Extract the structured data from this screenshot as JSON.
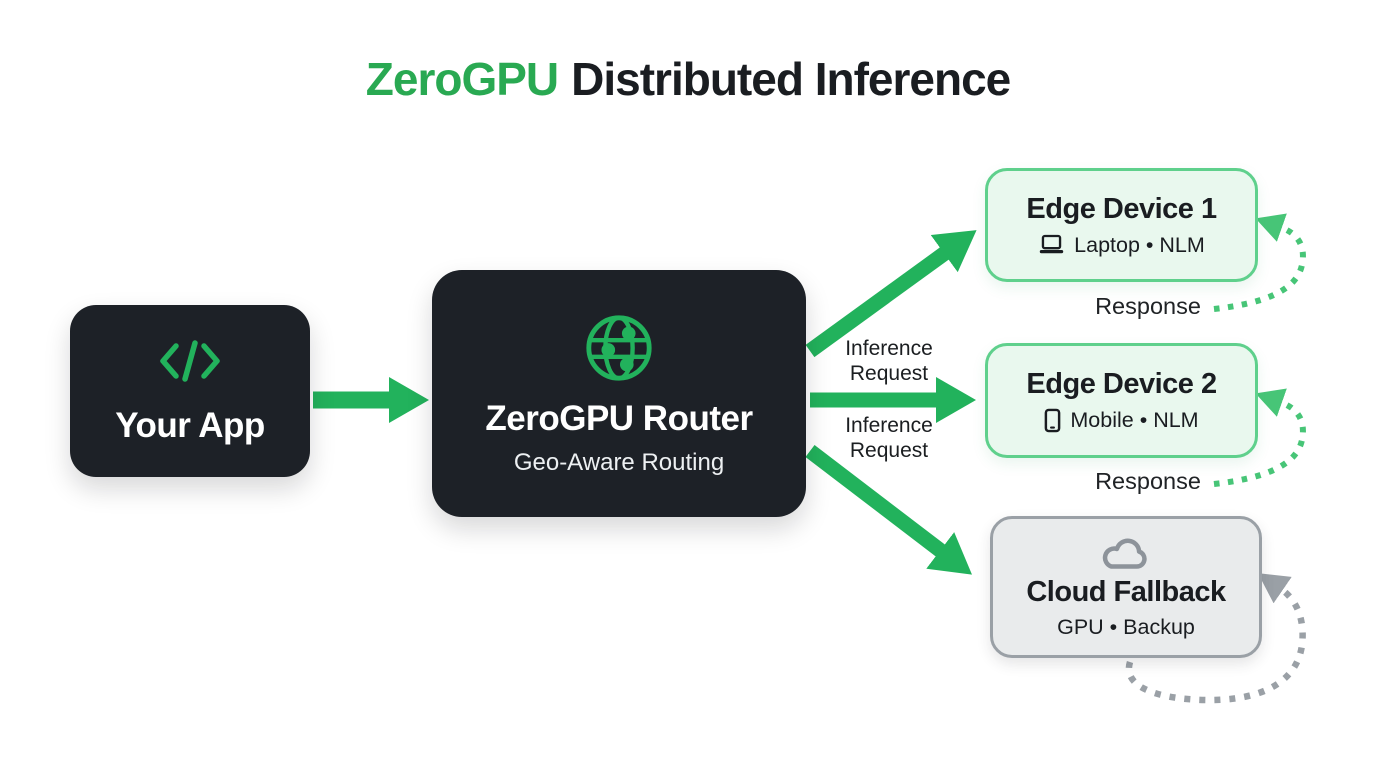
{
  "title": {
    "brand": "ZeroGPU",
    "rest": "Distributed Inference"
  },
  "colors": {
    "brand_green": "#29a952",
    "arrow_green": "#22b25c",
    "dashed_green": "#47c577",
    "node_dark": "#1d2127",
    "edge_fill": "#e9f8ee",
    "edge_border": "#5fd08c",
    "cloud_fill": "#e9ebec",
    "cloud_border": "#9aa0a6",
    "gray_dashed": "#9aa0a6",
    "text_dark": "#1a1d21",
    "text_light": "#ffffff"
  },
  "nodes": {
    "your_app": {
      "label": "Your App",
      "icon": "code-icon"
    },
    "router": {
      "label": "ZeroGPU Router",
      "sublabel": "Geo-Aware Routing",
      "icon": "globe-network-icon"
    },
    "edge_device_1": {
      "label": "Edge Device 1",
      "sublabel": "Laptop • NLM",
      "icon": "laptop-icon"
    },
    "edge_device_2": {
      "label": "Edge Device 2",
      "sublabel": "Mobile • NLM",
      "icon": "mobile-icon"
    },
    "cloud_fallback": {
      "label": "Cloud Fallback",
      "sublabel": "GPU • Backup",
      "icon": "cloud-icon"
    }
  },
  "edge_labels": {
    "inference_request_mid": "Inference Request",
    "inference_request_low": "Inference Request",
    "response_edge1": "Response",
    "response_edge2": "Response"
  }
}
